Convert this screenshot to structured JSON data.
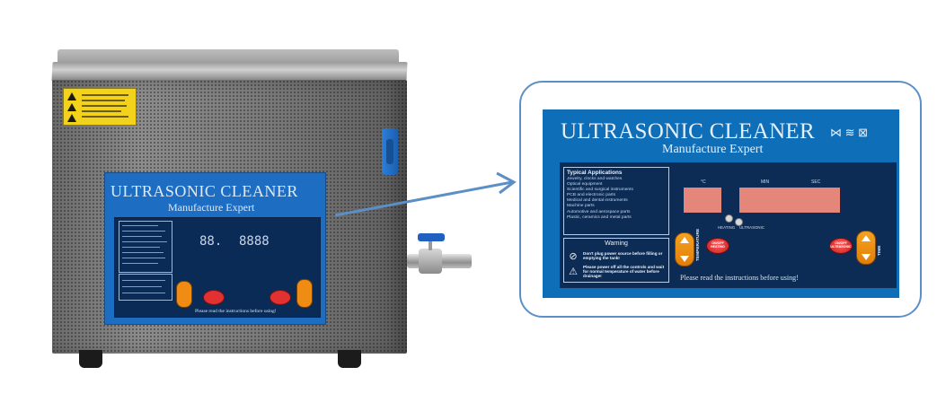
{
  "panel": {
    "title": "ULTRASONIC   CLEANER",
    "subtitle": "Manufacture Expert",
    "symbols": "⋈ ≋ ⊠",
    "applications_title": "Typical Applications",
    "applications": [
      "Jewelry, clocks and watches",
      "Optical equipment",
      "Scientific and surgical instruments",
      "PCB and electronic parts",
      "Medical and dental instruments",
      "Machine parts",
      "Automotive and aerospace parts",
      "Plastic, ceramics and metal parts"
    ],
    "warning_title": "Warning",
    "warning_1": "Don't plug power source before filling or emptying the tank!",
    "warning_2": "Please power off all the controls and wait for normal temperature of water before drainage!",
    "temp_unit": "°C",
    "min_label": "MIN",
    "sec_label": "SEC",
    "heating_label": "HEATING",
    "ultrasonic_label": "ULTRASONIC",
    "temperature_button": "TEMPERATURE",
    "time_button": "TIME",
    "heating_toggle": "ON/OFF HEATING",
    "ultrasonic_toggle": "ON/OFF ULTRASONIC",
    "footer": "Please read the instructions before using!"
  },
  "small_panel": {
    "temp_display": "88.",
    "time_display": "8888"
  },
  "colors": {
    "panel_blue": "#0e6fb8",
    "panel_dark": "#0c2c55",
    "display_red": "#e4877a",
    "button_orange": "#f4a21e",
    "button_red": "#c51e1e",
    "handle_blue": "#2b7fd9",
    "frame_blue": "#5c8fc6"
  }
}
